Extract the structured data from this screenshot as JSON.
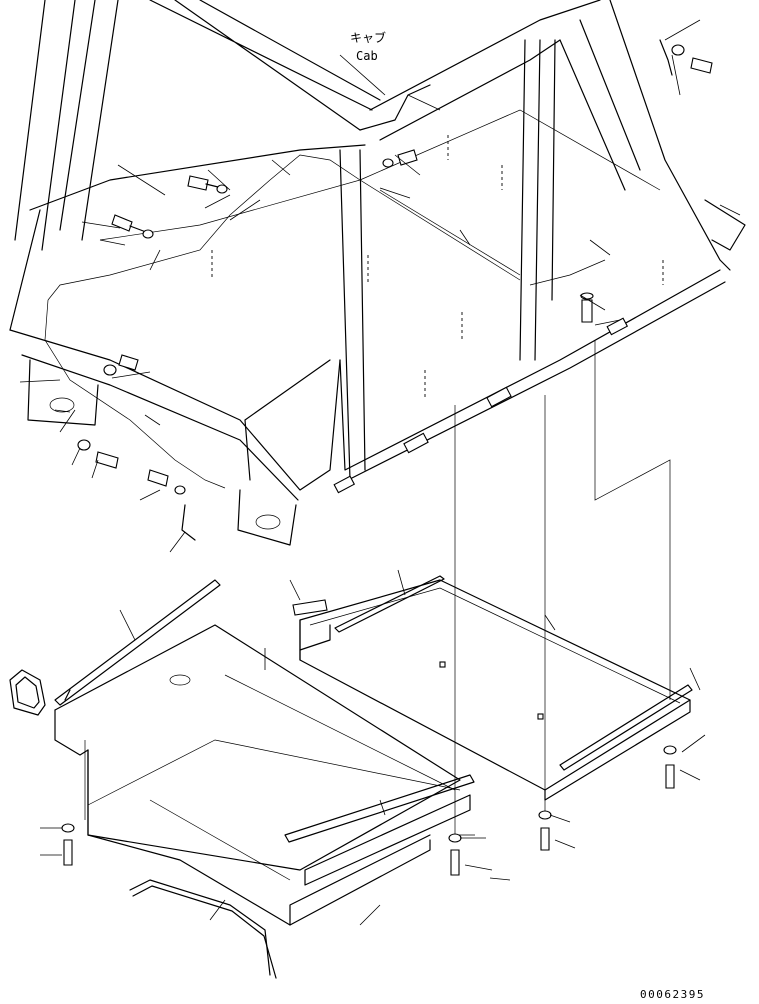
{
  "labels": {
    "cab_jp": "キャブ",
    "cab_en": "Cab"
  },
  "drawing_number": "00062395"
}
